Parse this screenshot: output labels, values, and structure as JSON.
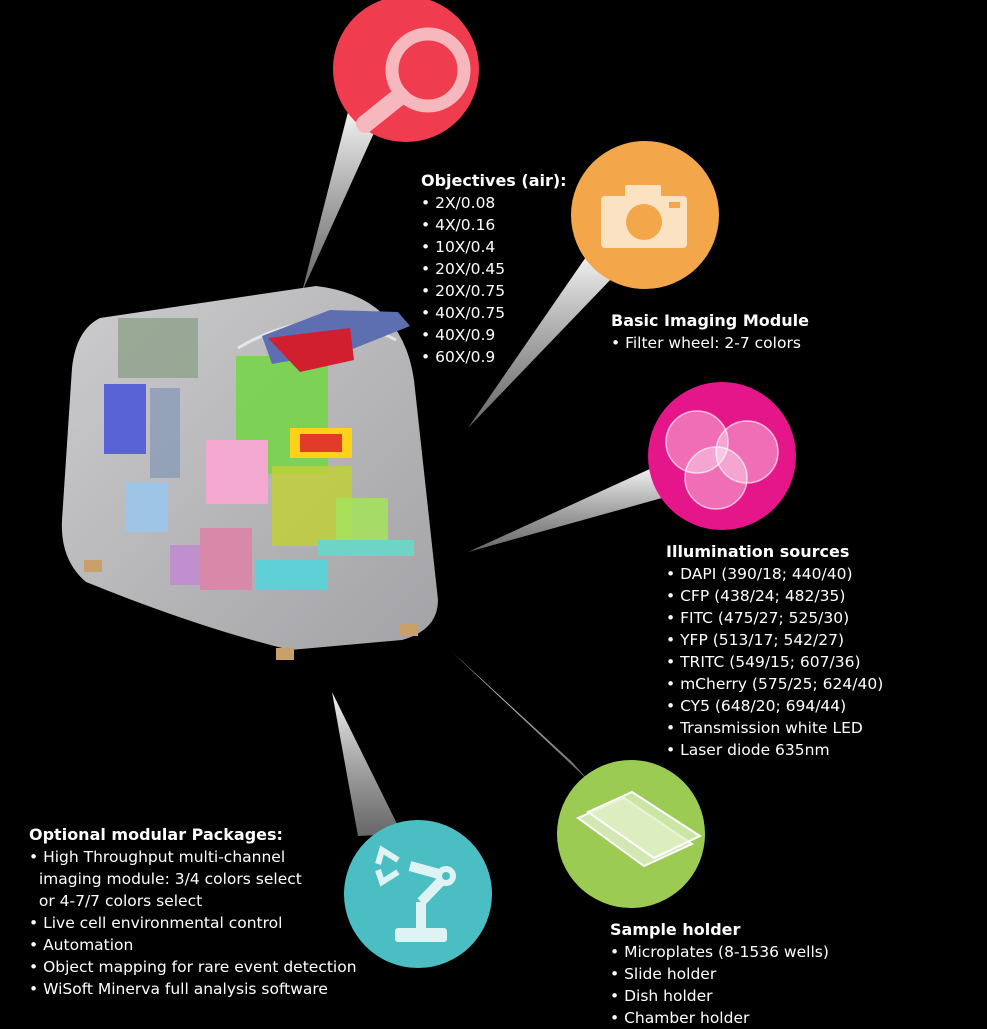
{
  "colors": {
    "objectives": "#ef3d4f",
    "imaging": "#f4a64b",
    "illumination": "#e5158a",
    "sample": "#9ccb54",
    "optional": "#4bbec4"
  },
  "objectives": {
    "title": "Objectives (air):",
    "items": [
      "2X/0.08",
      "4X/0.16",
      "10X/0.4",
      "20X/0.45",
      "20X/0.75",
      "40X/0.75",
      "40X/0.9",
      "60X/0.9"
    ]
  },
  "imaging": {
    "title": "Basic Imaging Module",
    "items": [
      "Filter wheel: 2-7 colors"
    ]
  },
  "illumination": {
    "title": "Illumination sources",
    "items": [
      "DAPI (390/18; 440/40)",
      "CFP (438/24; 482/35)",
      "FITC (475/27; 525/30)",
      "YFP (513/17; 542/27)",
      "TRITC (549/15; 607/36)",
      "mCherry (575/25; 624/40)",
      "CY5 (648/20; 694/44)",
      "Transmission white LED",
      "Laser diode 635nm"
    ]
  },
  "optional": {
    "title": "Optional modular Packages:",
    "items": [
      "High Throughput multi-channel",
      "imaging module: 3/4 colors select",
      "or 4-7/7 colors select",
      "Live cell environmental control",
      "Automation",
      "Object mapping for rare event detection",
      "WiSoft Minerva full analysis software"
    ]
  },
  "sample": {
    "title": "Sample holder",
    "items": [
      "Microplates (8-1536 wells)",
      "Slide holder",
      "Dish holder",
      "Chamber holder"
    ]
  }
}
